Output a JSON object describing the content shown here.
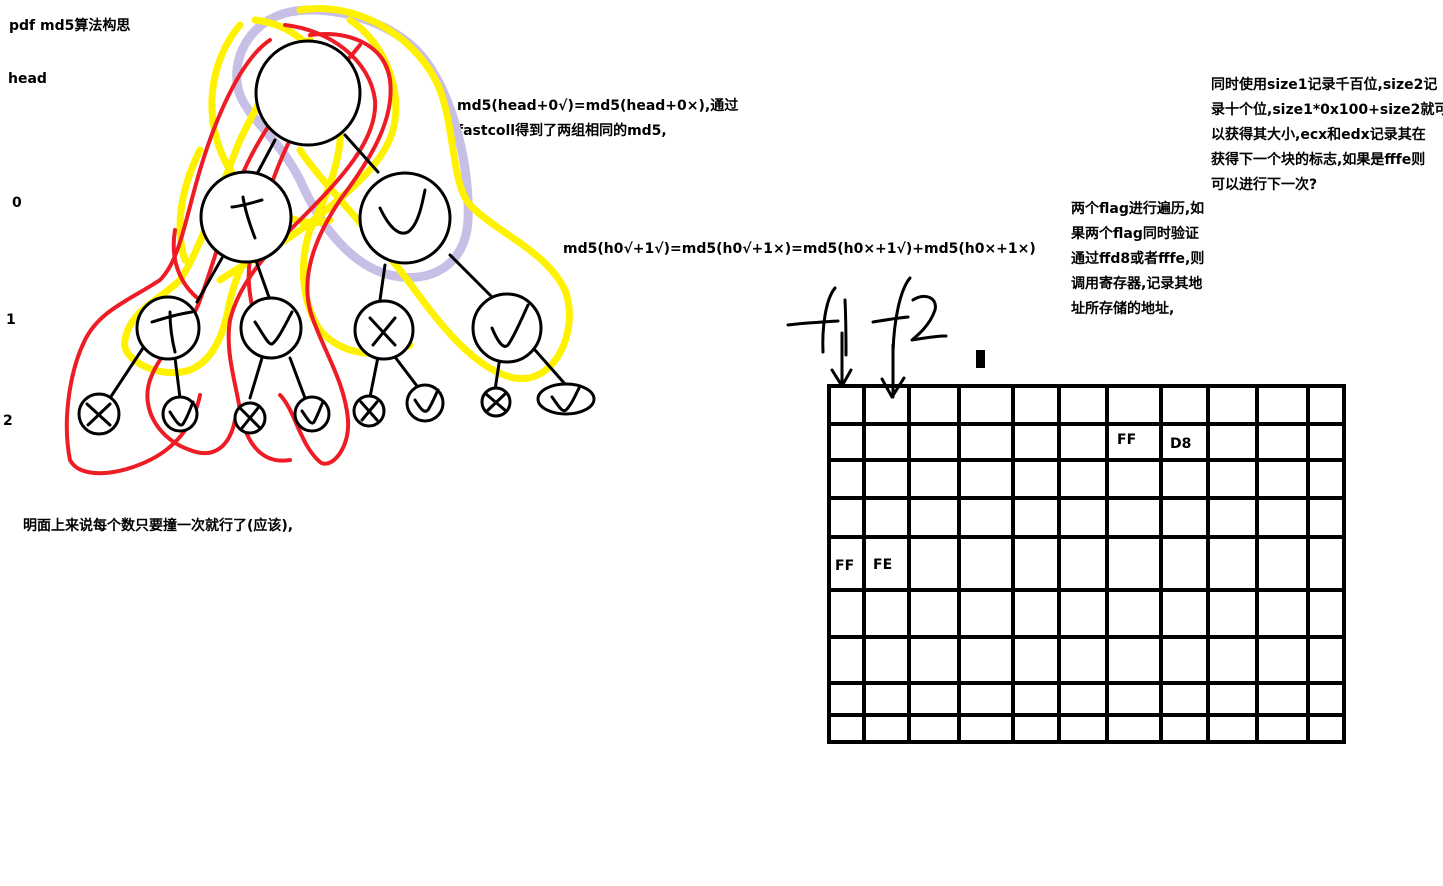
{
  "title": "pdf md5算法构思",
  "levels": [
    "head",
    "0",
    "1",
    "2"
  ],
  "eq1_line1": "md5(head+0√)=md5(head+0×),通过",
  "eq1_line2": "fastcoll得到了两组相同的md5,",
  "eq2": "md5(h0√+1√)=md5(h0√+1×)=md5(h0×+1√)+md5(h0×+1×)",
  "note_right": [
    "同时使用size1记录千百位,size2记",
    "录十个位,size1*0x100+size2就可",
    "以获得其大小,ecx和edx记录其在",
    "获得下一个块的标志,如果是fffe则",
    "可以进行下一次?"
  ],
  "note_flag": [
    "两个flag进行遍历,如",
    "果两个flag同时验证",
    "通过ffd8或者fffe,则",
    "调用寄存器,记录其地",
    "址所存储的地址,"
  ],
  "bottom_note": "明面上来说每个数只要撞一次就行了(应该),",
  "f1_label": "f1",
  "f2_label": "f2",
  "cells": {
    "ff1": "FF",
    "d8": "D8",
    "ff2": "FF",
    "fe": "FE"
  },
  "colors": {
    "red": "#ee1c24",
    "yellow": "#fff200",
    "lavender": "#c8bfe7",
    "black": "#000000"
  }
}
